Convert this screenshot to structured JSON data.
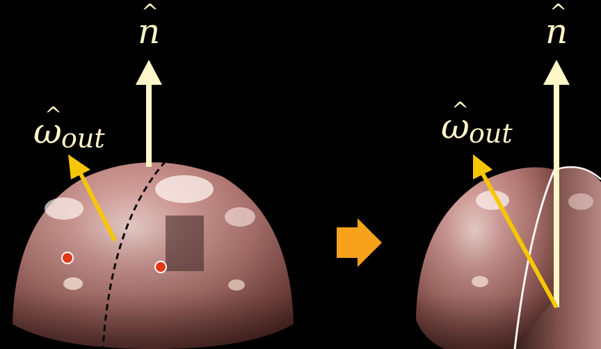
{
  "left_panel": {
    "normal_label": "n",
    "normal_hat": "^",
    "wout_symbol": "ω",
    "wout_hat": "^",
    "wout_subscript": "out"
  },
  "right_panel": {
    "normal_label": "n",
    "normal_hat": "^",
    "wout_symbol": "ω",
    "wout_hat": "^",
    "wout_subscript": "out"
  },
  "colors": {
    "background": "#000000",
    "normal_arrow": "#fff7c8",
    "wout_arrow": "#f6c700",
    "transition_arrow": "#f7a21a",
    "sample_points": "#e23a17",
    "dome_mid": "#c98f8a",
    "dome_dark": "#5a2f2c",
    "dome_highlight": "#fff1ee"
  }
}
